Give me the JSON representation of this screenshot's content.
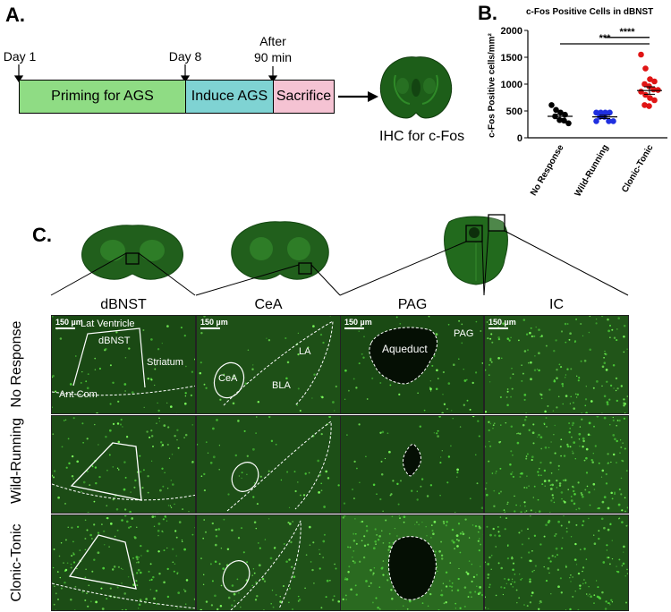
{
  "panel_labels": {
    "a": "A.",
    "b": "B.",
    "c": "C."
  },
  "timeline": {
    "day1": "Day 1",
    "day8": "Day 8",
    "after_line1": "After",
    "after_line2": "90 min",
    "priming": "Priming for AGS",
    "induce": "Induce AGS",
    "sacrifice": "Sacrifice",
    "ihc": "IHC for c-Fos",
    "colors": {
      "priming": "#8fdc84",
      "induce": "#7fd3d3",
      "sacrifice": "#f5c3d3"
    }
  },
  "chart_data": {
    "type": "scatter",
    "title": "c-Fos Positive Cells in dBNST",
    "ylabel": "c-Fos Positive cells/mm²",
    "ylim": [
      0,
      2000
    ],
    "yticks": [
      "0",
      "500",
      "1000",
      "1500",
      "2000"
    ],
    "categories": [
      "No Response",
      "Wild-Running",
      "Clonic-Tonic"
    ],
    "series": [
      {
        "category": "No Response",
        "color": "#000000",
        "values": [
          610,
          520,
          470,
          430,
          400,
          330,
          320,
          270
        ],
        "mean": 400,
        "sem": 40
      },
      {
        "category": "Wild-Running",
        "color": "#1f2fe0",
        "values": [
          470,
          470,
          470,
          470,
          390,
          390,
          310,
          310,
          310
        ],
        "mean": 390,
        "sem": 30
      },
      {
        "category": "Clonic-Tonic",
        "color": "#e01515",
        "values": [
          1550,
          1290,
          1090,
          1050,
          1000,
          960,
          900,
          890,
          860,
          800,
          740,
          700,
          610,
          590
        ],
        "mean": 880,
        "sem": 70
      }
    ],
    "significance": [
      {
        "label": "****",
        "from": "Wild-Running",
        "to": "Clonic-Tonic"
      },
      {
        "label": "***",
        "from": "No Response",
        "to": "Clonic-Tonic"
      }
    ]
  },
  "grid": {
    "columns": [
      "dBNST",
      "CeA",
      "PAG",
      "IC"
    ],
    "rows": [
      "No Response",
      "Wild-Running",
      "Clonic-Tonic"
    ],
    "scale_label": "150 µm",
    "annotations": {
      "dbnst_lat_ventricle": "Lat Ventricle",
      "dbnst_label": "dBNST",
      "dbnst_striatum": "Striatum",
      "dbnst_ant_com": "Ant Com",
      "cea_cea": "CeA",
      "cea_la": "LA",
      "cea_bla": "BLA",
      "pag_aqueduct": "Aqueduct",
      "pag_pag": "PAG"
    }
  }
}
